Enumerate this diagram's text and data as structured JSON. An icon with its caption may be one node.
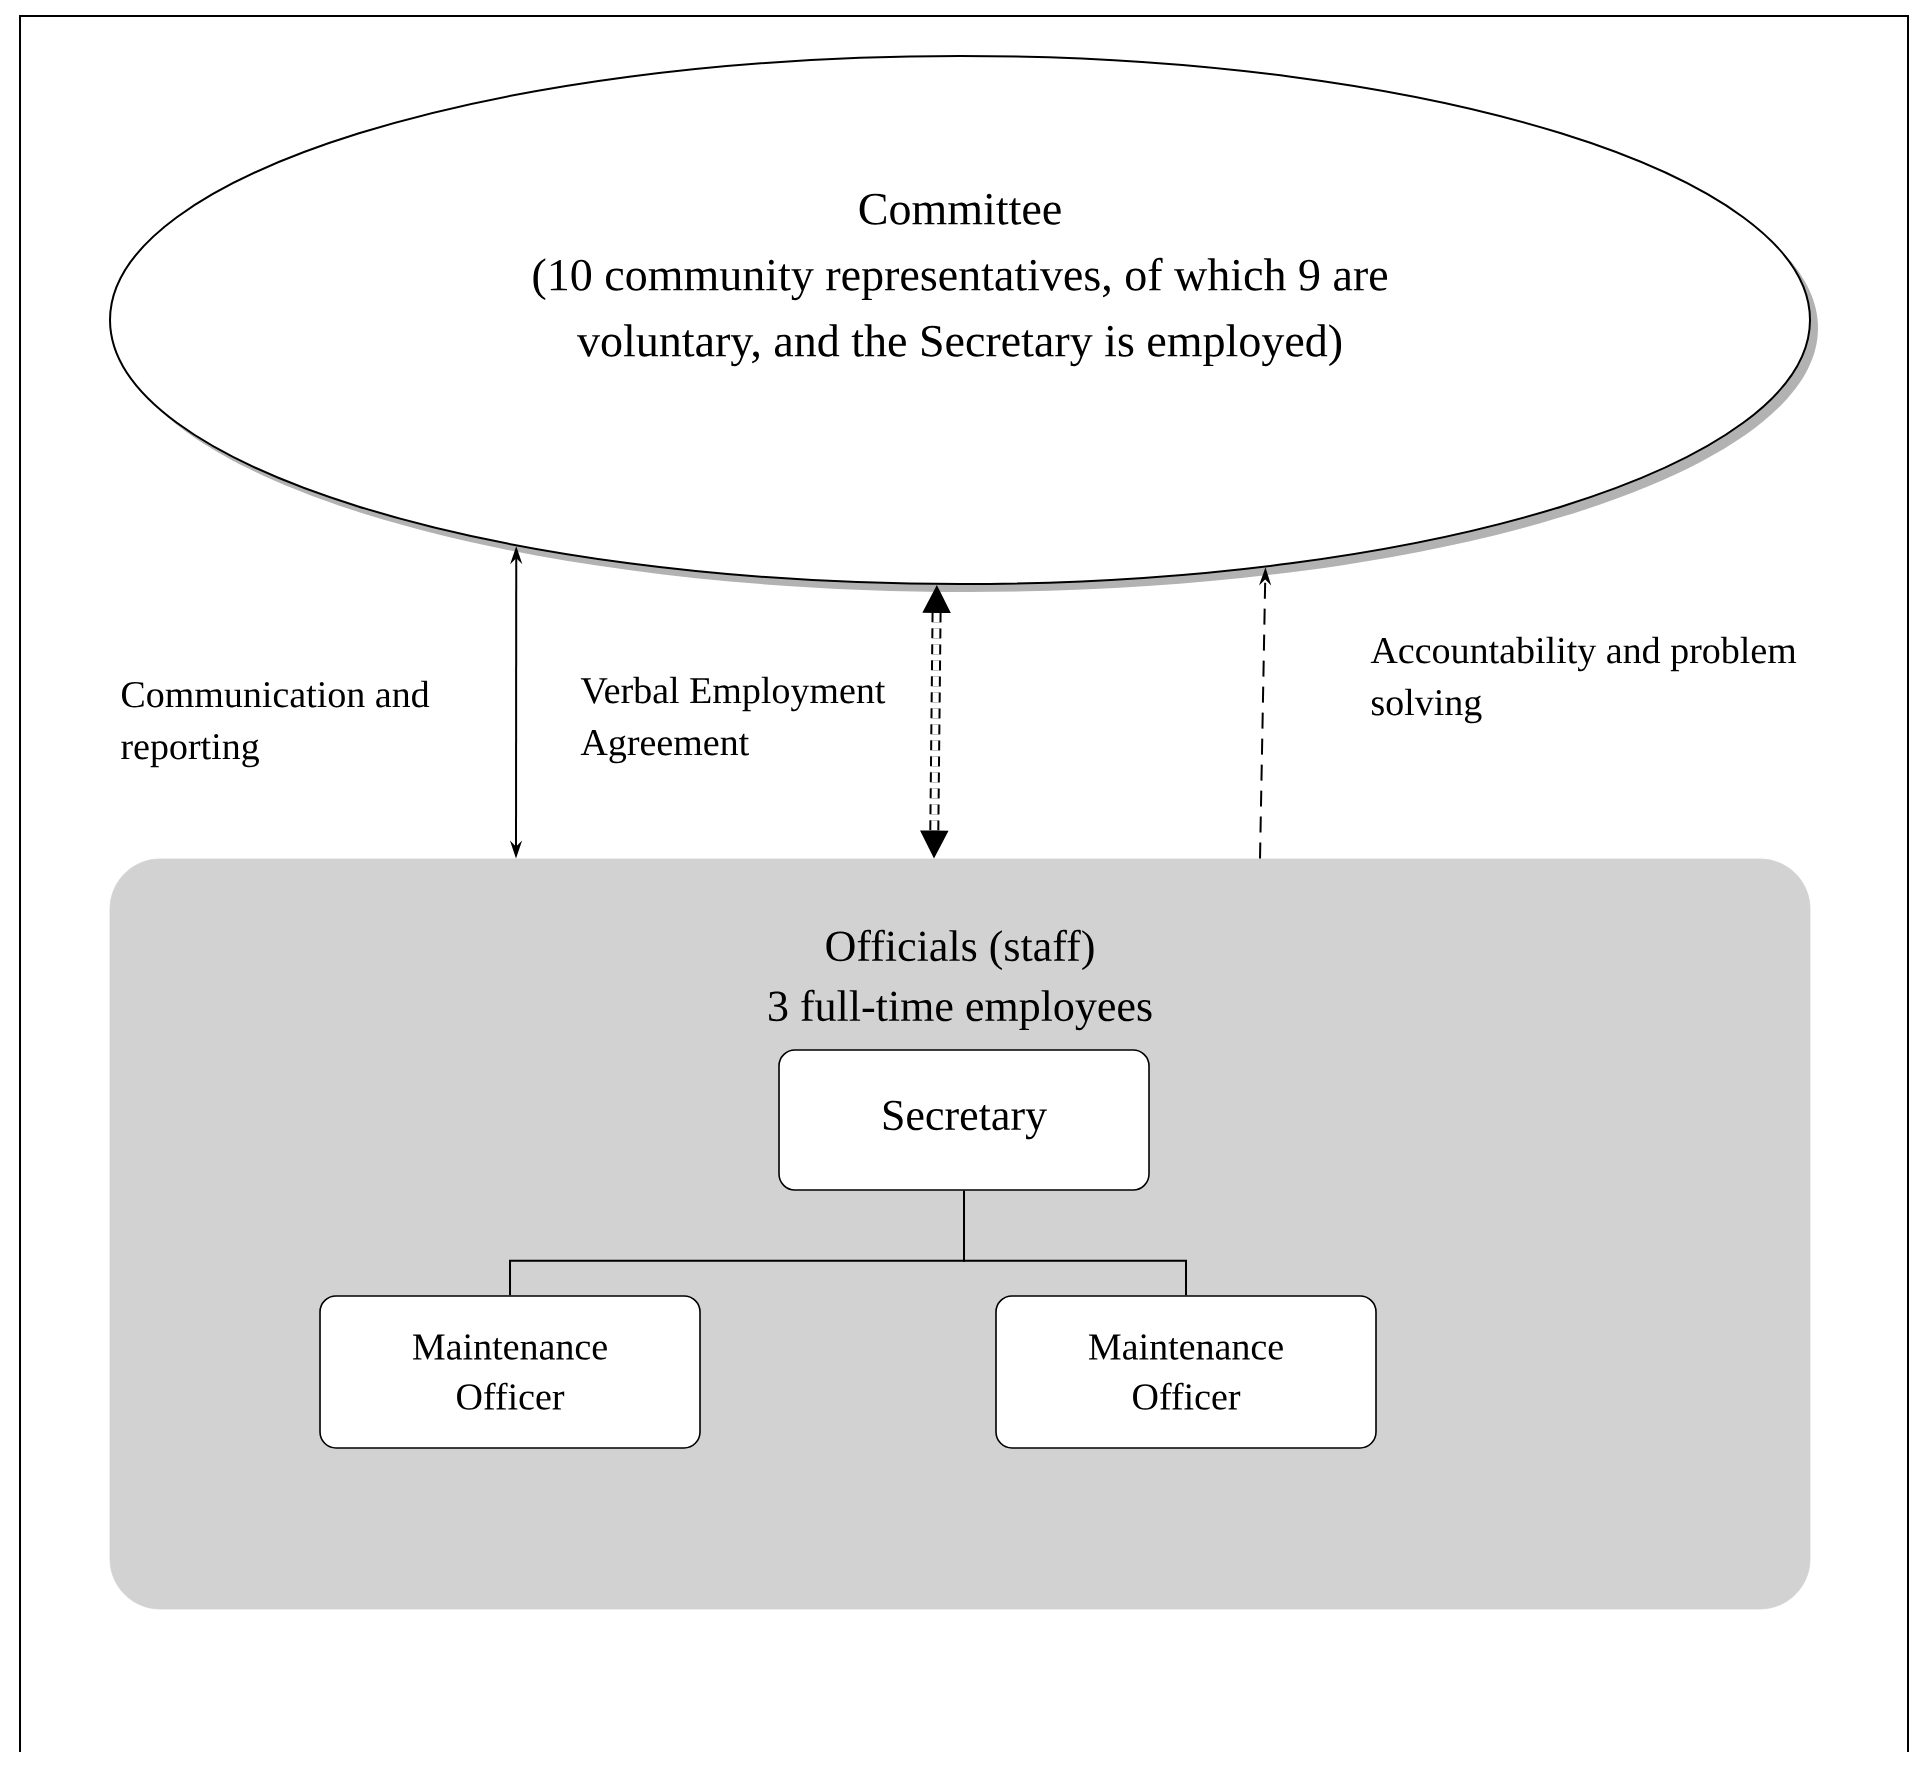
{
  "diagram": {
    "nodes": [
      {
        "text": [
          "Committee",
          "(10 community representatives, of which 9 are voluntary, and the Secretary is employed)"
        ]
      },
      {
        "text": [
          "Officials (staff)",
          "3 full-time employees"
        ]
      },
      {
        "text": [
          "Secretary"
        ],
        "in": 1
      },
      {
        "text": [
          "Maintenance Officer"
        ],
        "in": 1
      },
      {
        "text": [
          "Maintenance Officer"
        ],
        "in": 1
      }
    ],
    "edges": [
      {
        "from": 0,
        "to": 1,
        "arrow": "both",
        "label": "Communication and reporting"
      },
      {
        "from": 0,
        "to": 1,
        "arrow": "both",
        "label": "Verbal Employment Agreement",
        "style": "dashed"
      },
      {
        "from": 1,
        "to": 0,
        "arrow": "to",
        "label": "Accountability and problem solving",
        "style": "dashed"
      },
      {
        "from": 2,
        "to": 3,
        "arrow": "none"
      },
      {
        "from": 2,
        "to": 4,
        "arrow": "none"
      }
    ]
  }
}
